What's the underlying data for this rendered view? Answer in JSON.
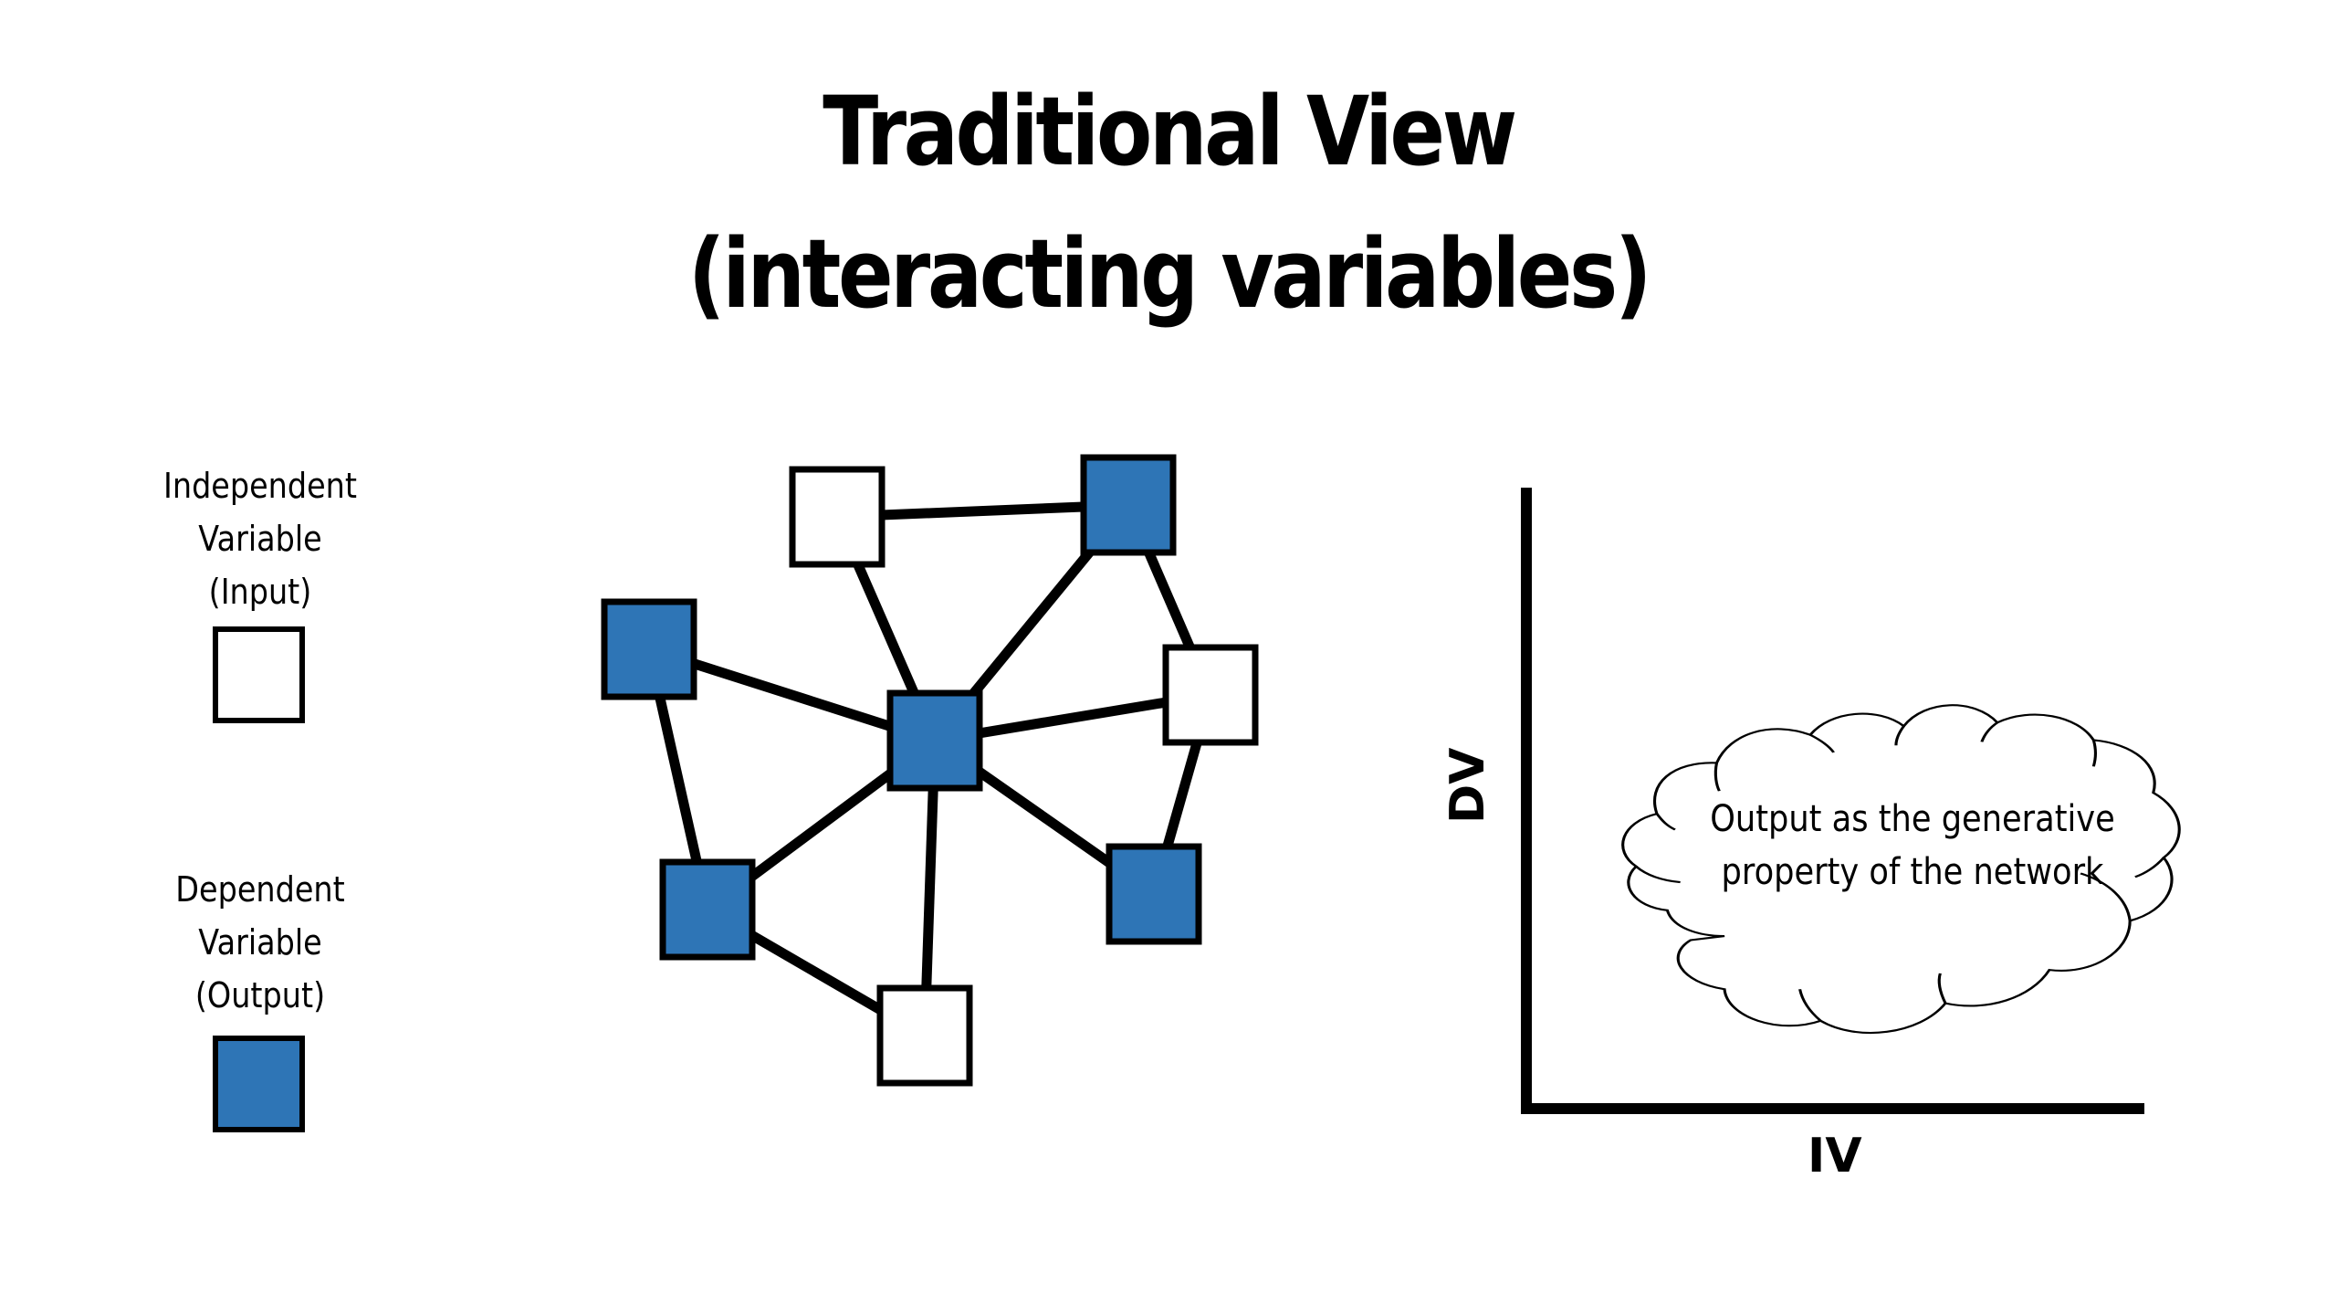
{
  "title": {
    "line1": "Traditional View",
    "line2": "(interacting variables)"
  },
  "colors": {
    "dependent_fill": "#2E75B6",
    "independent_fill": "#FFFFFF",
    "stroke": "#000000"
  },
  "legend": {
    "independent": {
      "lines": [
        "Independent",
        "Variable",
        "(Input)"
      ],
      "kind": "independent"
    },
    "dependent": {
      "lines": [
        "Dependent",
        "Variable",
        "(Output)"
      ],
      "kind": "dependent"
    }
  },
  "network": {
    "nodes": [
      {
        "id": "top-input",
        "kind": "independent"
      },
      {
        "id": "top-right-output",
        "kind": "dependent"
      },
      {
        "id": "left-output",
        "kind": "dependent"
      },
      {
        "id": "center-output",
        "kind": "dependent"
      },
      {
        "id": "right-input",
        "kind": "independent"
      },
      {
        "id": "bottom-left-output",
        "kind": "dependent"
      },
      {
        "id": "bottom-right-output",
        "kind": "dependent"
      },
      {
        "id": "bottom-input",
        "kind": "independent"
      }
    ],
    "edges": [
      [
        "top-input",
        "top-right-output"
      ],
      [
        "top-input",
        "center-output"
      ],
      [
        "top-right-output",
        "center-output"
      ],
      [
        "top-right-output",
        "right-input"
      ],
      [
        "left-output",
        "center-output"
      ],
      [
        "left-output",
        "bottom-left-output"
      ],
      [
        "center-output",
        "right-input"
      ],
      [
        "center-output",
        "bottom-left-output"
      ],
      [
        "center-output",
        "bottom-right-output"
      ],
      [
        "center-output",
        "bottom-input"
      ],
      [
        "right-input",
        "bottom-right-output"
      ],
      [
        "bottom-left-output",
        "bottom-input"
      ]
    ]
  },
  "plot": {
    "y_label": "DV",
    "x_label": "IV",
    "cloud_text_line1": "Output as the generative",
    "cloud_text_line2": "property of the network"
  }
}
